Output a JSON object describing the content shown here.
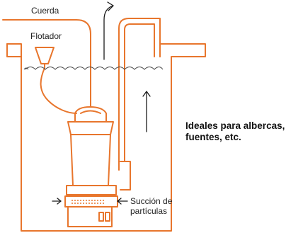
{
  "labels": {
    "rope": "Cuerda",
    "float": "Flotador",
    "suction_line1": "Succión de",
    "suction_line2": "partículas"
  },
  "tagline": {
    "line1": "Ideales para albercas,",
    "line2": "fuentes, etc."
  },
  "colors": {
    "accent": "#E8762D",
    "ink": "#1a1a1a",
    "background": "#ffffff"
  }
}
